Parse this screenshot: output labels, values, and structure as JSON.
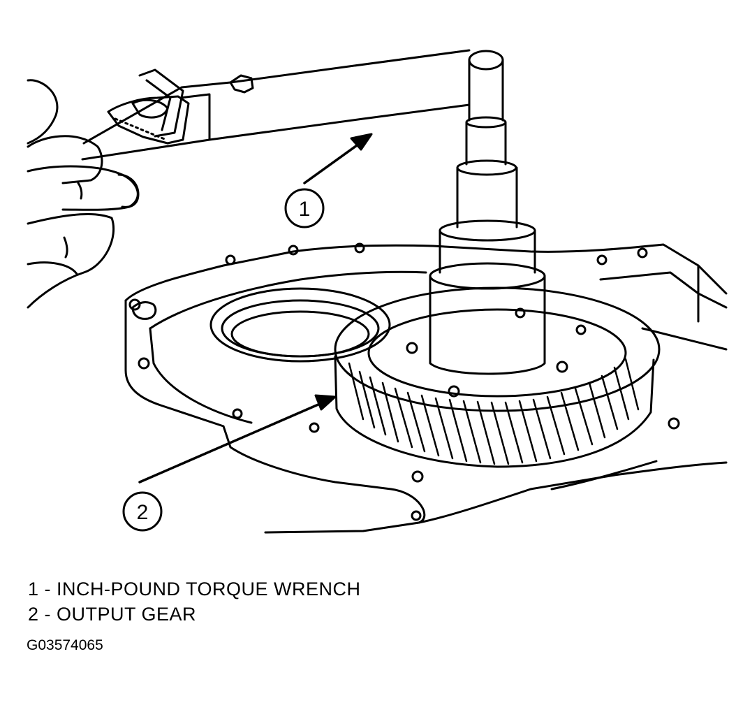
{
  "callouts": [
    {
      "number": "1"
    },
    {
      "number": "2"
    }
  ],
  "legend": [
    {
      "text": "1 - INCH-POUND TORQUE WRENCH"
    },
    {
      "text": "2 - OUTPUT GEAR"
    }
  ],
  "figure_id": "G03574065",
  "colors": {
    "ink": "#000000",
    "paper": "#ffffff"
  }
}
